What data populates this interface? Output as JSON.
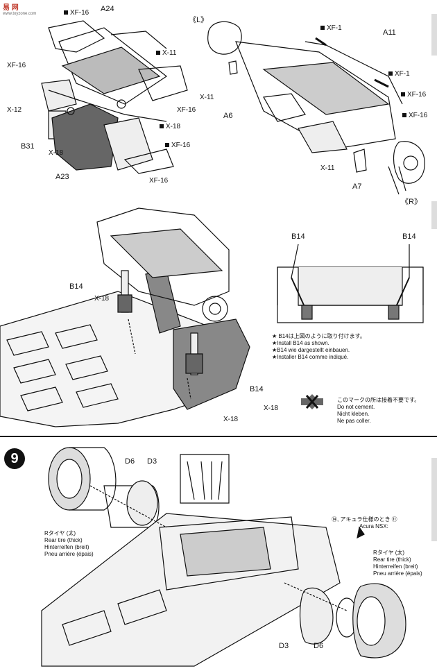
{
  "watermark": {
    "text": "易 网",
    "url": "www.toyzone.com"
  },
  "panel1": {
    "labels": {
      "xf16_a": "XF-16",
      "a24": "A24",
      "x11": "X-11",
      "xf16_b": "XF-16",
      "x12": "X-12",
      "xf16_c": "XF-16",
      "x18_a": "X-18",
      "xf16_d": "XF-16",
      "b31": "B31",
      "x18_b": "X-18",
      "a23": "A23",
      "xf16_e": "XF-16"
    }
  },
  "panel2": {
    "labels": {
      "l": "《L》",
      "xf1_a": "XF-1",
      "a11": "A11",
      "xf1_b": "XF-1",
      "x11": "X-11",
      "xf16_a": "XF-16",
      "a6": "A6",
      "xf16_b": "XF-16",
      "x11_b": "X-11",
      "a7": "A7",
      "r": "《R》"
    }
  },
  "panel3": {
    "labels": {
      "b14_a": "B14",
      "x18_a": "X-18",
      "b14_b": "B14",
      "x18_b": "X-18",
      "x18_c": "X-18",
      "b14_left": "B14",
      "b14_right": "B14"
    },
    "note_title": "★ B14は上図のように取り付けます。",
    "note_lines": [
      "★Install B14 as shown.",
      "★B14 wie dargestellt einbauen.",
      "★Installer B14 comme indiqué."
    ],
    "nocement_jp": "このマークの所は接着不要です。",
    "nocement_lines": [
      "Do not cement.",
      "Nicht kleben.",
      "Ne pas coller."
    ]
  },
  "step9": {
    "number": "9",
    "labels": {
      "d6_top": "D6",
      "d3_top": "D3",
      "d3_bot": "D3",
      "d6_bot": "D6"
    },
    "acura_jp": "⑭, アキュラ仕様のとき ⑪",
    "acura_en": "Acura NSX:",
    "left_tire": {
      "jp": "Rタイヤ (太)",
      "lines": [
        "Rear tire (thick)",
        "Hinterreifen (breit)",
        "Pneu arrière (épais)"
      ]
    },
    "right_tire": {
      "jp": "Rタイヤ (太)",
      "lines": [
        "Rear tire (thick)",
        "Hinterreifen (breit)",
        "Pneu arrière (épais)"
      ]
    }
  }
}
